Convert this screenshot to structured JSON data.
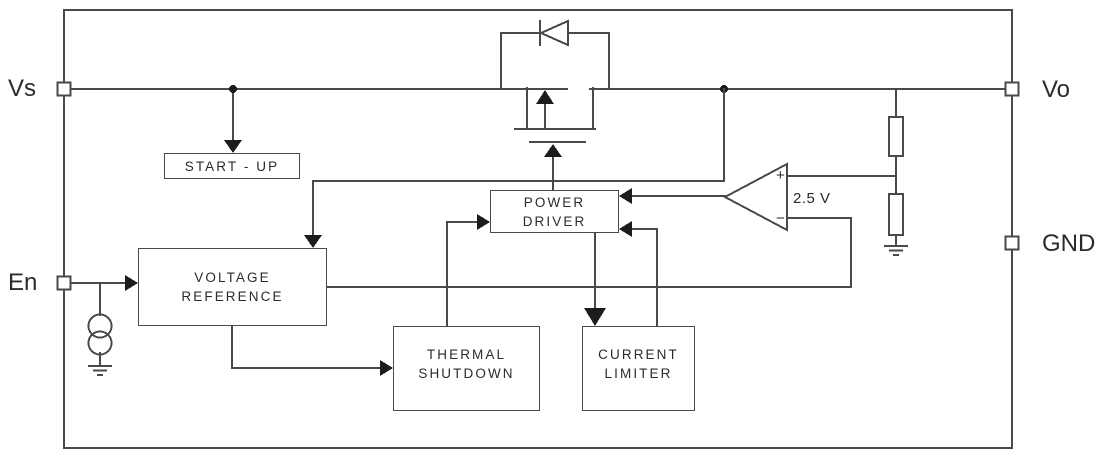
{
  "diagram": {
    "pins": {
      "vs": "Vs",
      "en": "En",
      "vo": "Vo",
      "gnd": "GND"
    },
    "blocks": {
      "start_up": "START - UP",
      "voltage_reference": [
        "VOLTAGE",
        "REFERENCE"
      ],
      "thermal_shutdown": [
        "THERMAL",
        "SHUTDOWN"
      ],
      "power_driver": [
        "POWER",
        "DRIVER"
      ],
      "current_limiter": [
        "CURRENT",
        "LIMITER"
      ]
    },
    "error_amplifier": {
      "plus": "+",
      "minus": "−",
      "reference_voltage": "2.5 V"
    },
    "colors": {
      "line": "#4a4a4a",
      "solid": "#1c1c1c",
      "text": "#2b2b2b",
      "background": "#ffffff"
    }
  }
}
